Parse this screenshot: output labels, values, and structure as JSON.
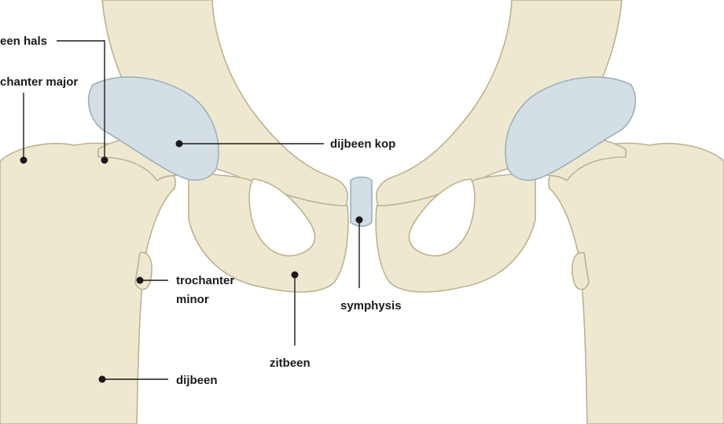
{
  "labels": {
    "dijbeen_hals": "een hals",
    "trochanter_major": "chanter major",
    "dijbeen_kop": "dijbeen kop",
    "trochanter_minor_1": "trochanter",
    "trochanter_minor_2": "minor",
    "symphysis": "symphysis",
    "zitbeen": "zitbeen",
    "dijbeen": "dijbeen"
  },
  "colors": {
    "bone": "#efe8d0",
    "bone_stroke": "#bcb290",
    "cartilage": "#d3dee5",
    "cartilage_stroke": "#9eb0bc",
    "line": "#1a1a1a"
  }
}
